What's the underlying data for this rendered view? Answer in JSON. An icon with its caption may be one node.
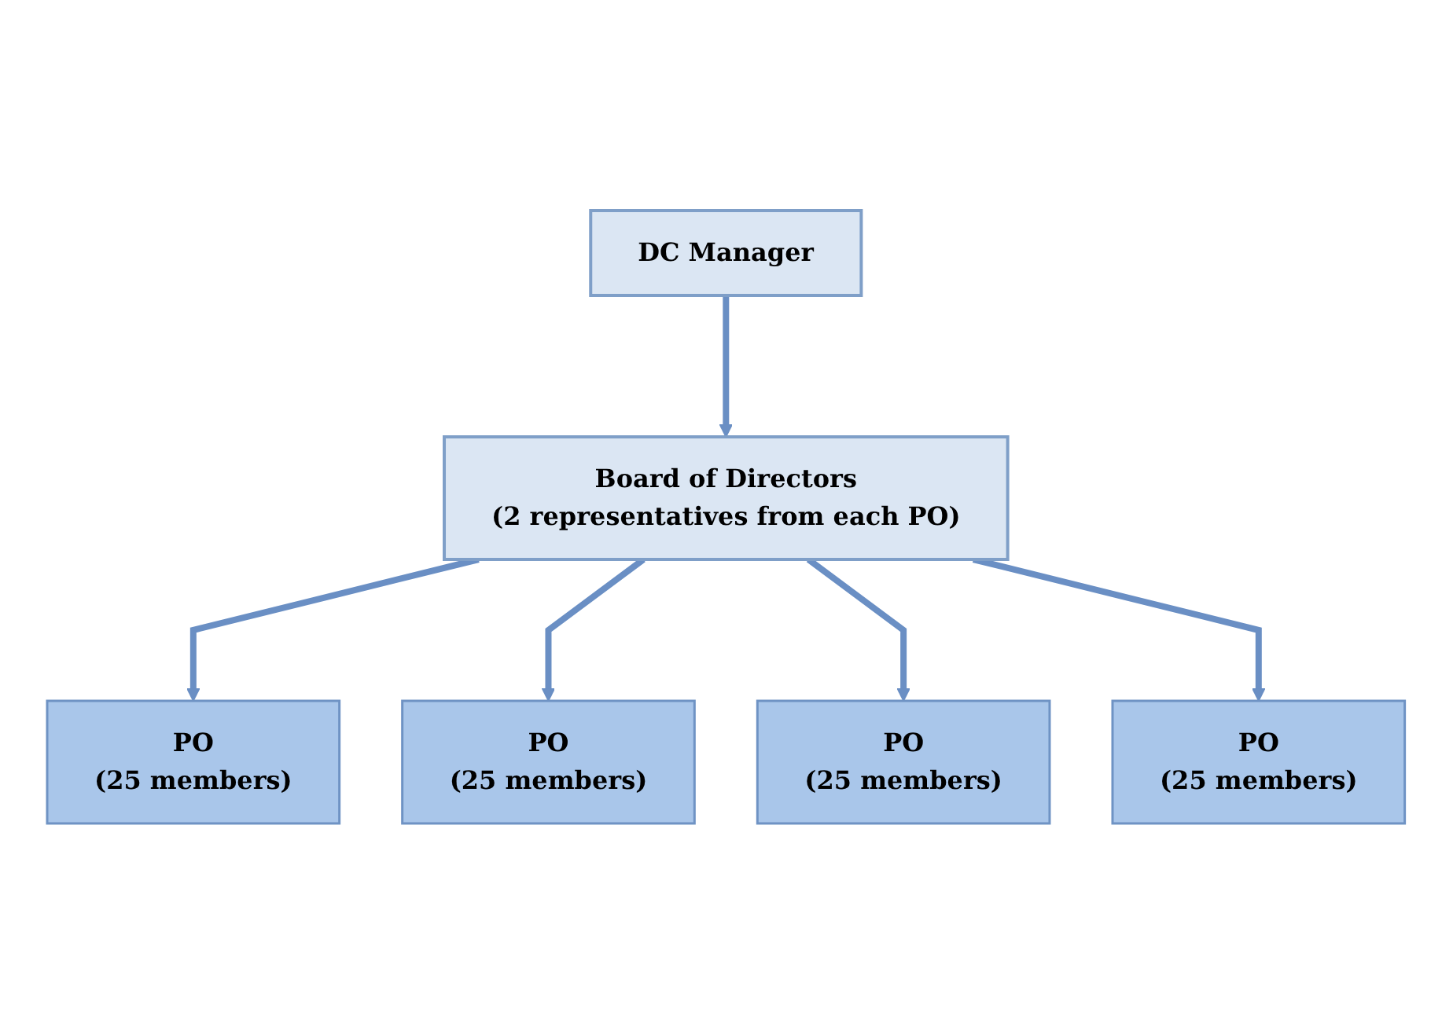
{
  "diagram": {
    "nodes": [
      {
        "text": [
          "DC Manager"
        ]
      },
      {
        "text": [
          "Board of Directors",
          "(2 representatives from each PO)"
        ]
      },
      {
        "text": [
          "PO",
          "(25 members)"
        ]
      },
      {
        "text": [
          "PO",
          "(25 members)"
        ]
      },
      {
        "text": [
          "PO",
          "(25 members)"
        ]
      },
      {
        "text": [
          "PO",
          "(25 members)"
        ]
      }
    ],
    "edges": [
      {
        "from": 0,
        "to": 1,
        "arrow": "to"
      },
      {
        "from": 1,
        "to": 2,
        "arrow": "to"
      },
      {
        "from": 1,
        "to": 3,
        "arrow": "to"
      },
      {
        "from": 1,
        "to": 4,
        "arrow": "to"
      },
      {
        "from": 1,
        "to": 5,
        "arrow": "to"
      }
    ]
  }
}
